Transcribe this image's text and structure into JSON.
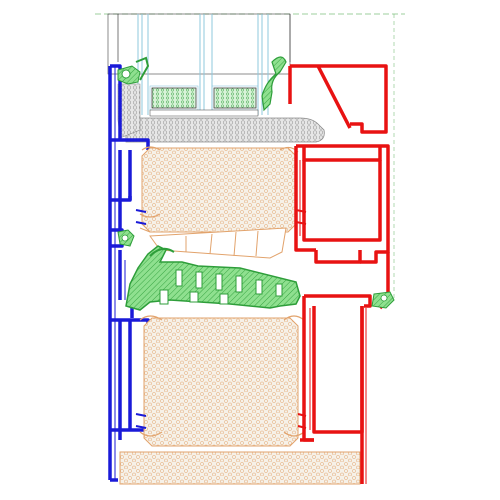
{
  "diagram": {
    "kind": "window profile cross-section (CAD drawing)",
    "colors": {
      "background": "#ffffff",
      "outer_profile": "#1a1ad8",
      "inner_profile": "#e81212",
      "gasket_fill": "#8fe08f",
      "gasket_stroke": "#2e9e3a",
      "thermal_break_fill": "#f6f1e8",
      "thermal_break_stroke": "#e2a36c",
      "seal_fill": "#dcdcdc",
      "seal_stroke": "#8c8c8c",
      "glass_line": "#8fc8de",
      "outline": "#404040",
      "dashed_guide": "#7cc07c"
    },
    "parts": [
      "glazing-unit",
      "outer-aluminium-profile",
      "inner-aluminium-profile",
      "glazing-bead",
      "thermal-break-upper",
      "thermal-break-lower",
      "green-gasket-middle",
      "bottom-seal-pad",
      "top-seal-strip"
    ]
  }
}
